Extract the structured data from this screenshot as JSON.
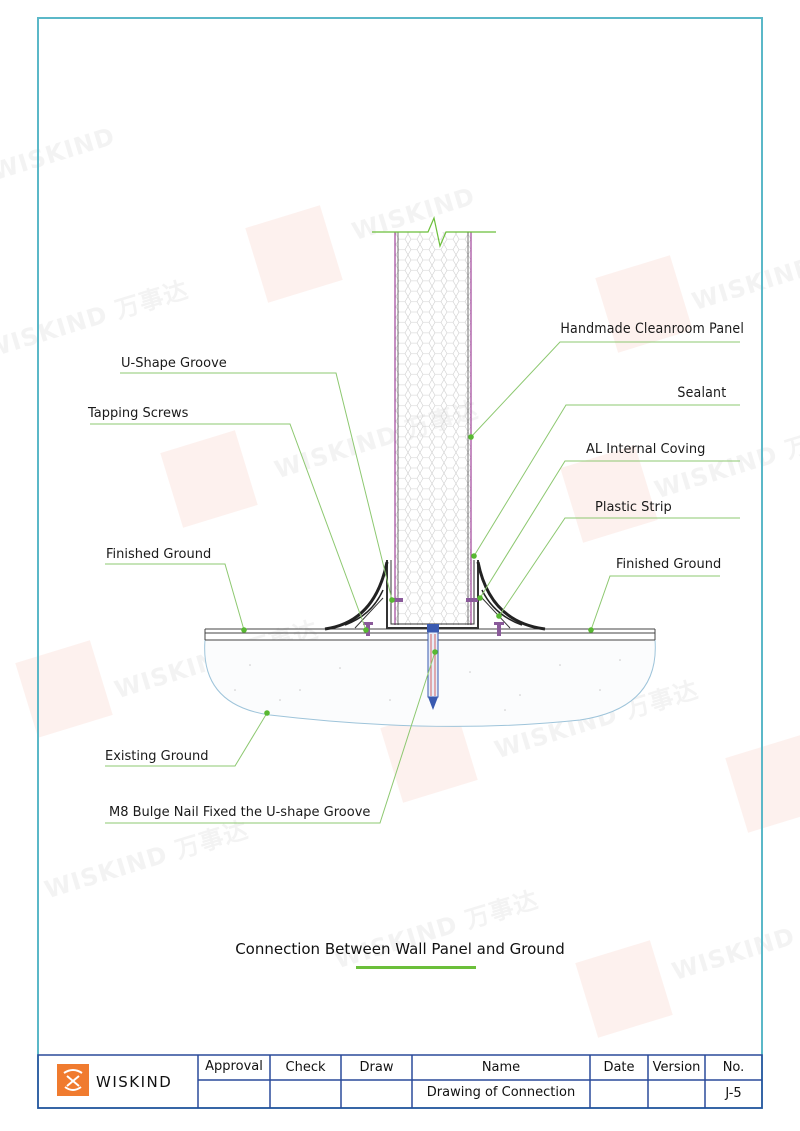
{
  "labels": {
    "handmade_panel": "Handmade Cleanroom Panel",
    "u_shape_groove": "U-Shape Groove",
    "sealant": "Sealant",
    "tapping_screws": "Tapping Screws",
    "al_internal_coving": "AL Internal Coving",
    "plastic_strip": "Plastic Strip",
    "finished_ground_left": "Finished Ground",
    "finished_ground_right": "Finished Ground",
    "existing_ground": "Existing Ground",
    "m8_bulge_nail": "M8 Bulge Nail Fixed the U-shape Groove"
  },
  "caption": "Connection Between Wall Panel and Ground",
  "title_block": {
    "brand": "WISKIND",
    "headers": {
      "approval": "Approval",
      "check": "Check",
      "draw": "Draw",
      "name": "Name",
      "date": "Date",
      "version": "Version",
      "no": "No."
    },
    "name_value": "Drawing of Connection",
    "no_value": "J-5"
  },
  "watermark": {
    "text_cn": "WISKIND 万事达",
    "text_en": "WISKIND"
  },
  "colors": {
    "border": "#5bb8c8",
    "leader": "#8dc870",
    "leader_dot": "#58b832",
    "caption_underline": "#6bbf3a",
    "panel_edge": "#a0449a",
    "brand_orange": "#f07b2f"
  }
}
